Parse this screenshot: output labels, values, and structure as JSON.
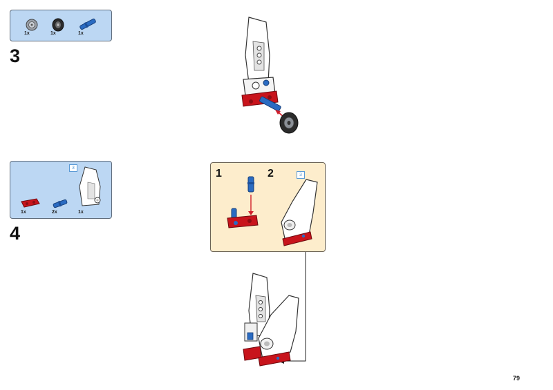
{
  "page_number": "79",
  "step3": {
    "number": "3",
    "parts": [
      {
        "qty": "1x",
        "icon": "grey-hub-icon"
      },
      {
        "qty": "1x",
        "icon": "black-tire-icon"
      },
      {
        "qty": "1x",
        "icon": "blue-axle-pin-icon"
      }
    ]
  },
  "step4": {
    "number": "4",
    "ref_badge": "3",
    "parts": [
      {
        "qty": "1x",
        "icon": "red-beam-icon"
      },
      {
        "qty": "2x",
        "icon": "blue-pin-icon"
      },
      {
        "qty": "1x",
        "icon": "white-panel-icon"
      }
    ]
  },
  "subassembly": {
    "sub1": "1",
    "sub2": "2",
    "ref_badge": "3"
  },
  "colors": {
    "parts_box": "#bcd7f3",
    "sub_box": "#fdedcc",
    "lego_red": "#c8141c",
    "lego_blue": "#2a6bc2",
    "arrow_red": "#d01e2a"
  }
}
